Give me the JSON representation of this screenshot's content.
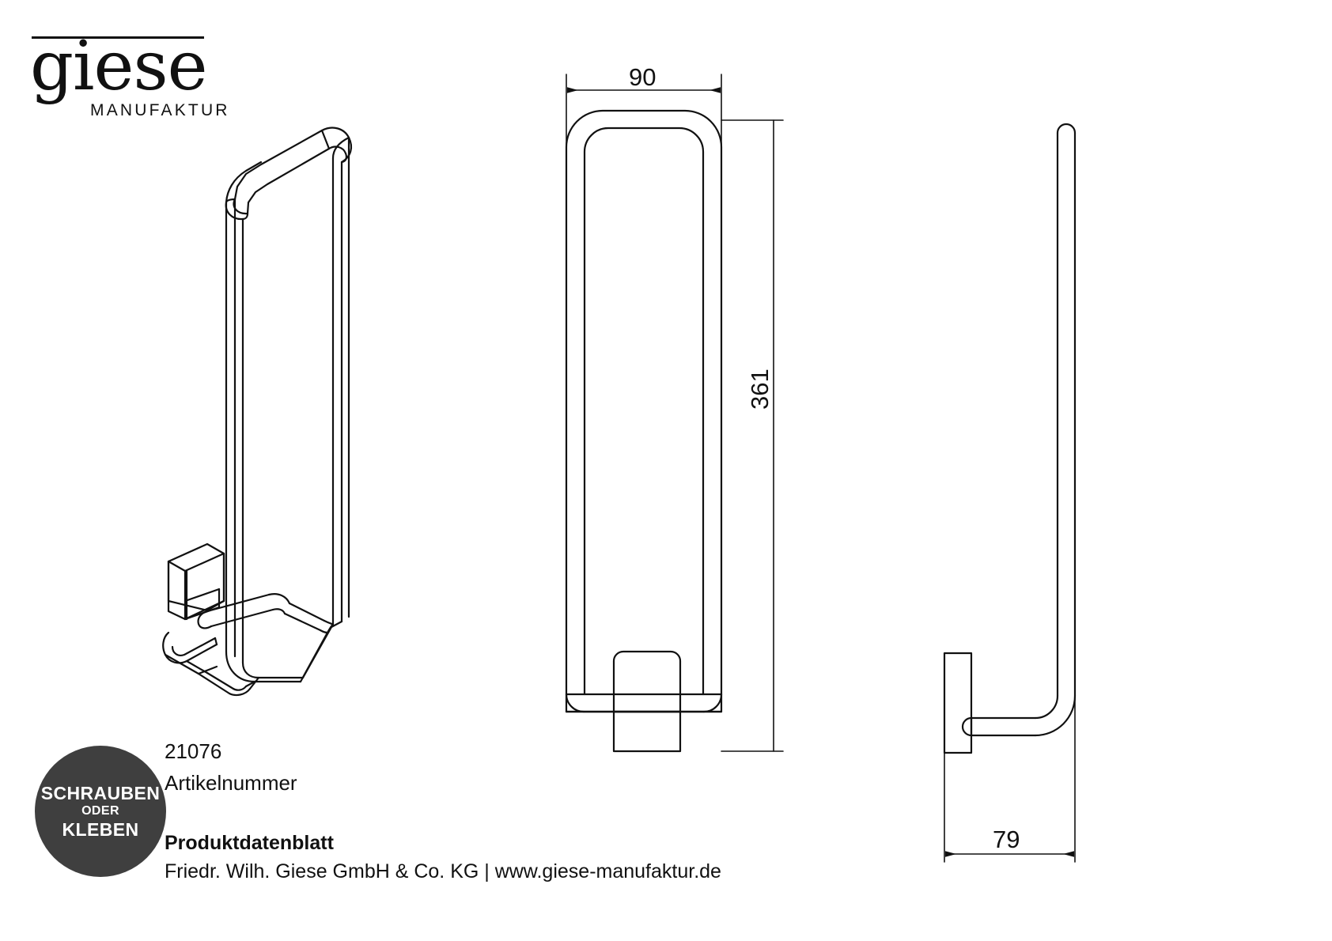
{
  "brand": {
    "name": "giese",
    "tagline": "MANUFAKTUR"
  },
  "badge": {
    "line1": "SCHRAUBEN",
    "line2": "ODER",
    "line3": "KLEBEN"
  },
  "product": {
    "article_number": "21076",
    "article_number_label": "Artikelnummer",
    "datasheet_label": "Produktdatenblatt",
    "company_line": "Friedr. Wilh. Giese GmbH & Co. KG | www.giese-manufaktur.de"
  },
  "dimensions": {
    "width": "90",
    "height": "361",
    "depth": "79"
  },
  "colors": {
    "line": "#111111",
    "badge_bg": "#3f3f3f",
    "text": "#111111",
    "background": "#ffffff"
  },
  "views": {
    "isometric": "isometric-view",
    "front": "front-view",
    "side": "side-view"
  }
}
